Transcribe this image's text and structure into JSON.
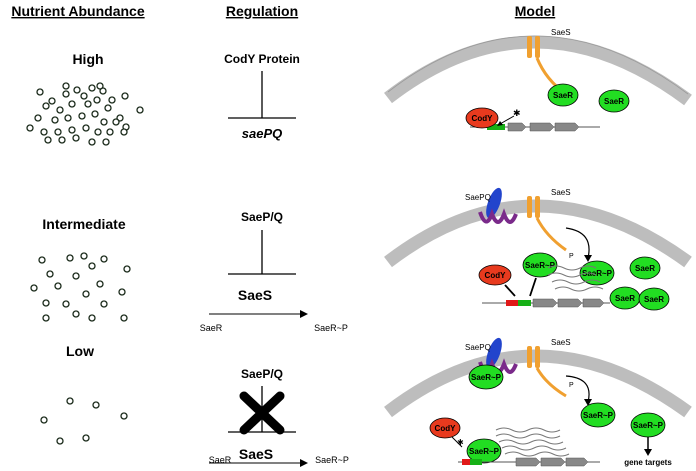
{
  "headers": {
    "nutrient": "Nutrient Abundance",
    "regulation": "Regulation",
    "model": "Model"
  },
  "levels": {
    "high": "High",
    "intermediate": "Intermediate",
    "low": "Low"
  },
  "regulation": {
    "high": {
      "repressor": "CodY Protein",
      "target": "saePQ"
    },
    "intermediate": {
      "repressor": "SaeP/Q",
      "kinase": "SaeS",
      "substrate": "SaeR",
      "product": "SaeR~P"
    },
    "low": {
      "repressor": "SaeP/Q",
      "kinase": "SaeS",
      "substrate": "SaeR",
      "product": "SaeR~P"
    }
  },
  "model": {
    "saes": "SaeS",
    "saepq": "SaePQ",
    "saer": "SaeR",
    "saerp": "SaeR~P",
    "cody": "CodY",
    "phospho": "P",
    "gene_targets": "gene targets",
    "block_mark": "✱",
    "block_mark_small": "✱"
  },
  "colors": {
    "saer_green": "#22dd22",
    "cody_red": "#e83a1e",
    "saes_orange": "#f0a030",
    "saepq_blue": "#2244cc",
    "saepq_purple": "#7a2a8a",
    "membrane_gray": "#c8c8c8",
    "promoter_red": "#e01818",
    "promoter_green": "#16b016"
  }
}
